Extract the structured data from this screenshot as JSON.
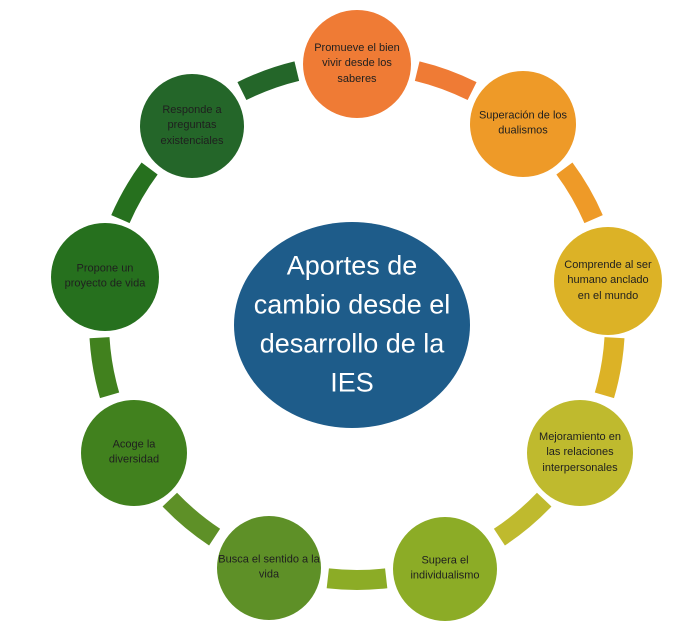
{
  "diagram": {
    "type": "cycle",
    "center": {
      "title": "Aportes de cambio desde el desarrollo de la IES",
      "color": "#1E5C8A",
      "text_color": "#FFFFFF"
    },
    "nodes": [
      {
        "label": "Promueve el bien vivir desde los saberes",
        "color": "#EF7B35"
      },
      {
        "label": "Superación de los dualismos",
        "color": "#EE9A28"
      },
      {
        "label": "Comprende al ser humano anclado en el mundo",
        "color": "#DCB226"
      },
      {
        "label": "Mejoramiento en las relaciones interpersonales",
        "color": "#BFBA2E"
      },
      {
        "label": "Supera el individualismo",
        "color": "#8CAC26"
      },
      {
        "label": "Busca el sentido a la vida",
        "color": "#5E9027"
      },
      {
        "label": "Acoge la diversidad",
        "color": "#41811E"
      },
      {
        "label": "Propone un proyecto de vida",
        "color": "#26701E"
      },
      {
        "label": "Responde a preguntas existenciales",
        "color": "#246629"
      }
    ],
    "label_text_color": "#1F1F1F",
    "background": "#FFFFFF"
  }
}
